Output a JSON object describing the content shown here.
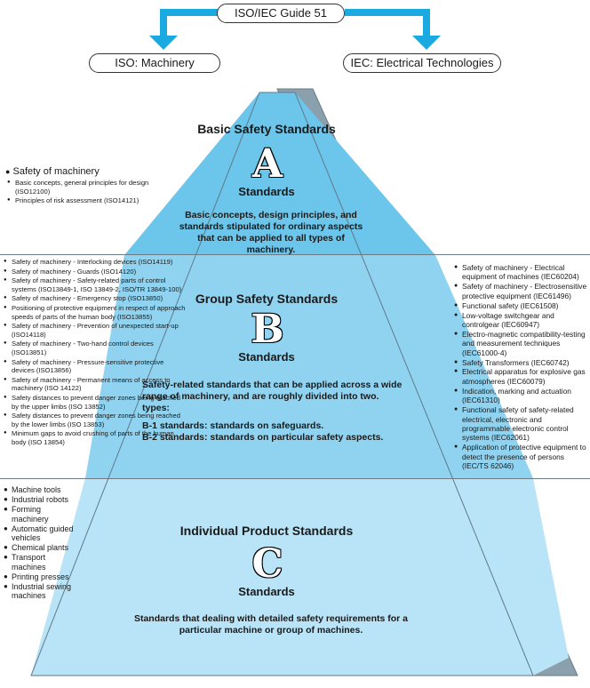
{
  "top": {
    "guide": "ISO/IEC Guide 51",
    "left": "ISO: Machinery",
    "right": "IEC: Electrical Technologies"
  },
  "colors": {
    "tier_a": "#6cc5ea",
    "tier_b": "#8fd3f0",
    "tier_c": "#b9e3f6",
    "side": "#7f95a3",
    "arrow": "#1ba9e1"
  },
  "tier_a": {
    "title": "Basic Safety Standards",
    "letter": "A",
    "word": "Standards",
    "description": "Basic concepts, design principles, and standards stipulated for ordinary aspects that can be applied to all types of machinery.",
    "left_heading": "Safety of machinery",
    "left_items": [
      "Basic concepts, general principles for design (ISO12100)",
      "Principles of risk assessment (ISO14121)"
    ]
  },
  "tier_b": {
    "title": "Group Safety Standards",
    "letter": "B",
    "word": "Standards",
    "description": "Safety-related standards that can be applied across a wide range of machinery, and are roughly divided into two. types:",
    "b1": "B-1 standards: standards on safeguards.",
    "b2": "B-2 standards: standards on particular safety aspects.",
    "left_items": [
      "Safety of machinery - Interlocking devices (ISO14119)",
      "Safety of machinery - Guards (ISO14120)",
      "Safety of machinery - Safety-related parts of control systems (ISO13849-1, ISO 13849-2, ISO/TR 13849-100)",
      "Safety of machinery - Emergency stop (ISO13850)",
      "Positioning of protective equipment in respect of approach speeds of parts of the human body (ISO13855)",
      "Safety of machinery - Prevention of unexpected start-up (ISO14118)",
      "Safety of machinery - Two-hand control devices (ISO13851)",
      "Safety of machinery - Pressure-sensitive protective devices (ISO13856)",
      "Safety of machinery - Permanent means of access to machinery (ISO 14122)",
      "Safety distances to prevent danger zones being reached by the upper limbs (ISO 13852)",
      "Safety distances to prevent danger zones being reached by the lower limbs (ISO 13853)",
      "Minimum gaps to avoid crushing of parts of the human body (ISO 13854)"
    ],
    "right_items": [
      "Safety of machinery - Electrical equipment of machines (IEC60204)",
      "Safety of machinery - Electrosensitive protective equipment (IEC61496)",
      "Functional safety (IEC61508)",
      "Low-voltage switchgear and controlgear (IEC60947)",
      "Electro-magnetic compatibility-testing and measurement techniques (IEC61000-4)",
      "Safety Transformers (IEC60742)",
      "Electrical apparatus for explosive gas atmospheres (IEC60079)",
      "Indication, marking and actuation (IEC61310)",
      "Functional safety of safety-related electrical, electronic and programmable electronic control systems (IEC62061)",
      "Application of protective equipment to detect the presence of persons (IEC/TS 62046)"
    ]
  },
  "tier_c": {
    "title": "Individual Product Standards",
    "letter": "C",
    "word": "Standards",
    "description": "Standards that dealing with detailed safety requirements for a particular machine or group of machines.",
    "left_items": [
      "Machine tools",
      "Industrial robots",
      "Forming machinery",
      "Automatic guided vehicles",
      "Chemical plants",
      "Transport machines",
      "Printing presses",
      "Industrial sewing machines"
    ]
  }
}
